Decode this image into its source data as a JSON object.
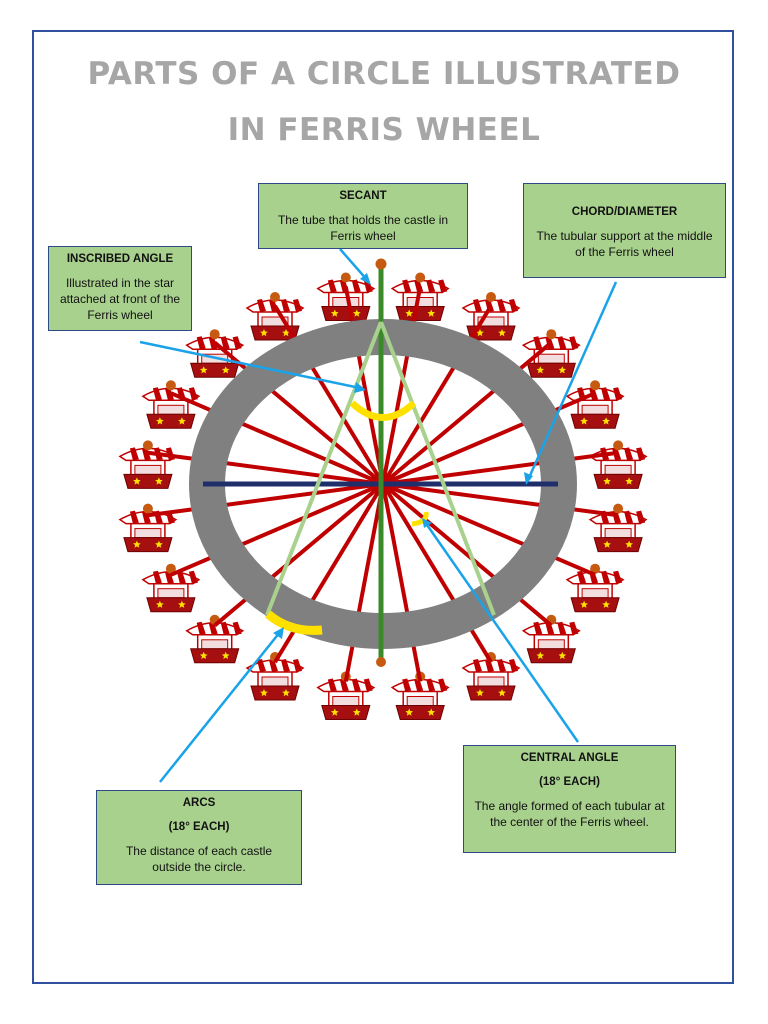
{
  "title": {
    "line1": "PARTS OF A CIRCLE ILLUSTRATED",
    "line2": "IN FERRIS WHEEL"
  },
  "labels": {
    "secant": {
      "heading": "SECANT",
      "body": "The tube that holds the castle in Ferris wheel"
    },
    "chord": {
      "heading": "CHORD/DIAMETER",
      "body": "The tubular support at the middle of the Ferris wheel"
    },
    "inscribed": {
      "heading": "INSCRIBED ANGLE",
      "body": "Illustrated in the star attached at front of the Ferris wheel"
    },
    "central": {
      "heading": "CENTRAL ANGLE",
      "sub": "(18° EACH)",
      "body": "The angle formed of each tubular at the center of the Ferris wheel."
    },
    "arcs": {
      "heading": "ARCS",
      "sub": "(18° EACH)",
      "body": "The distance of each castle outside the circle."
    }
  },
  "colors": {
    "rim": "#808080",
    "spoke": "#c00000",
    "secant": "#3a8a2a",
    "chord": "#1f2f6b",
    "triangle": "#a9d18e",
    "arc": "#ffe100",
    "pointer": "#1aa3e8",
    "box_fill": "#a9d18e",
    "title": "#a6a6a6"
  }
}
